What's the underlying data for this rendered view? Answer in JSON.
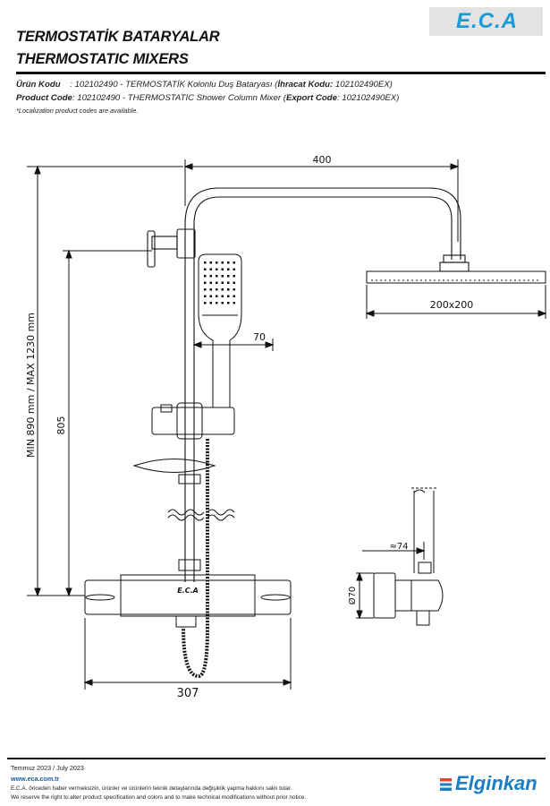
{
  "header": {
    "title_tr": "TERMOSTATİK BATARYALAR",
    "title_en": "THERMOSTATIC MIXERS",
    "logo_text": "E.C.A"
  },
  "product": {
    "tr_label": "Ürün Kodu",
    "tr_value": ": 102102490 - TERMOSTATİK Kolonlu Duş Bataryası (",
    "tr_export_label": "İhracat Kodu:",
    "tr_export_value": " 102102490EX)",
    "en_label": "Product Code",
    "en_value": ": 102102490 - THERMOSTATIC Shower Column Mixer (",
    "en_export_label": "Export Code",
    "en_export_value": ": 102102490EX)",
    "note": "*Localization product codes are available."
  },
  "drawing": {
    "dim_width_arm": "400",
    "dim_height_range": "MIN 890 mm / MAX 1230 mm",
    "dim_805": "805",
    "dim_head": "200x200",
    "dim_hand": "70",
    "dim_body": "307",
    "dim_depth": "≈74",
    "dim_diameter": "Ø70",
    "body_logo": "E.C.A"
  },
  "footer": {
    "date": "Temmuz 2023 / July 2023",
    "website": "www.eca.com.tr",
    "disclaimer_tr": "E.C.A. önceden haber vermeksizin, ürünler ve ürünlerin teknik detaylarında değişiklik yapma hakkını saklı tutar.",
    "disclaimer_en": "We reserve the right to alter product specification and colors and to make technical modifications without prior notice.",
    "brand": "Elginkan"
  }
}
